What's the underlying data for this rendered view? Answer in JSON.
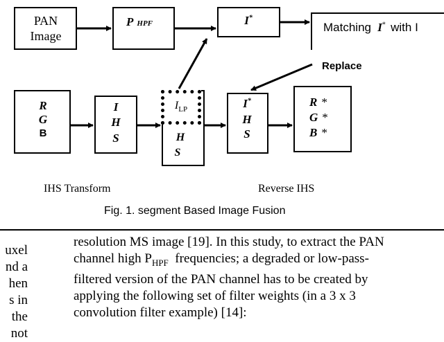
{
  "diagram": {
    "pan_box": {
      "line1": "PAN",
      "line2": "Image"
    },
    "phpf_box": {
      "main": "P",
      "sub": "HPF"
    },
    "istar_top": {
      "label": "I",
      "sup": "*"
    },
    "matching": {
      "prefix": "Matching",
      "italic": "I",
      "sup": "*",
      "suffix": "with I"
    },
    "replace_label": "Replace",
    "rgb_box": {
      "r": "R",
      "g": "G",
      "b": "B"
    },
    "ihs_box": {
      "i": "I",
      "h": "H",
      "s": "S"
    },
    "ilp_box": {
      "i": "I",
      "sub": "LP",
      "h": "H",
      "s": "S"
    },
    "ihs_star_box": {
      "i": "I",
      "sup": "*",
      "h": "H",
      "s": "S"
    },
    "rgb_star_box": {
      "r": "R",
      "g": "G",
      "b": "B",
      "star": "*"
    },
    "ihs_transform_label": "IHS Transform",
    "reverse_ihs_label": "Reverse IHS",
    "caption": "Fig. 1. segment Based Image Fusion"
  },
  "body_text": {
    "line1": "resolution MS image [19]. In this study, to extract the PAN",
    "line2_a": "channel high P",
    "line2_sub": "HPF",
    "line2_b": "  frequencies; a degraded or low-pass-",
    "line3": "filtered version of the PAN channel has to be created by",
    "line4": "applying the following set of filter weights (in a 3 x 3",
    "line5": "convolution filter example) [14]:"
  },
  "left_column": [
    "uxel",
    "nd a",
    "hen",
    "s in",
    "the",
    "not"
  ]
}
